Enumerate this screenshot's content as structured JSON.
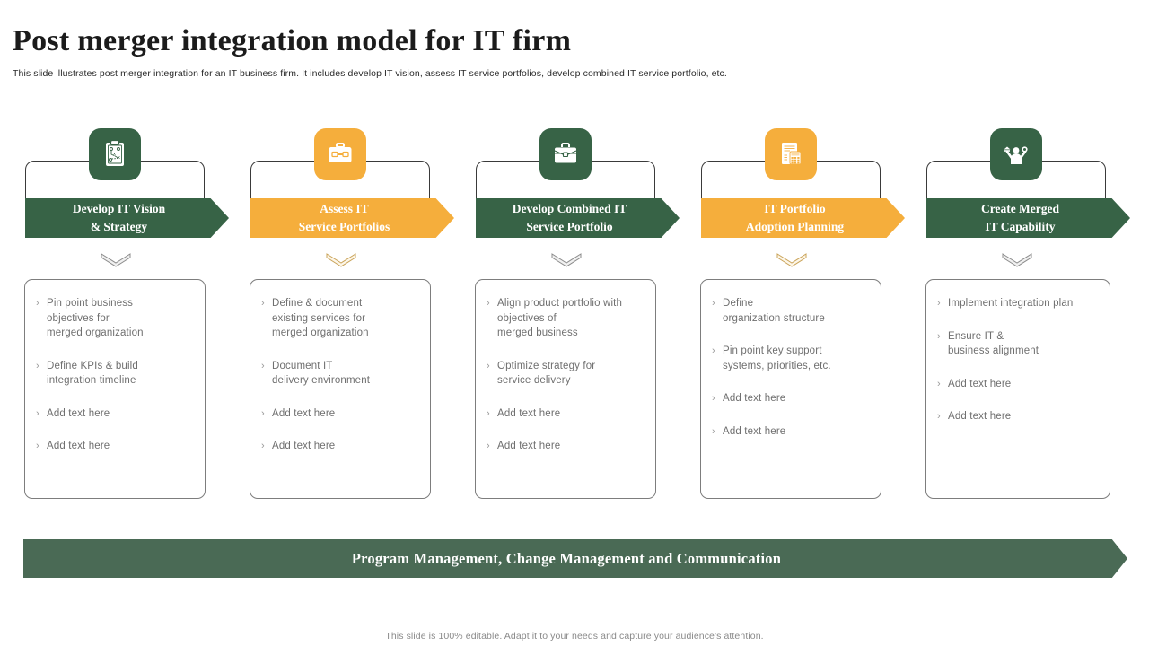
{
  "slide": {
    "title": "Post merger integration model for IT firm",
    "subtitle": "This slide illustrates post merger integration  for an IT  business firm. It includes develop IT vision, assess IT service portfolios, develop combined IT service portfolio, etc.",
    "footer": "This slide is 100% editable. Adapt it to your needs and capture your audience's attention."
  },
  "colors": {
    "green": "#376346",
    "orange": "#F5AE3C",
    "banner_green": "#4A6A55",
    "bullet_text": "#6F6F6F",
    "marker": "#9A9A9A"
  },
  "bottom_banner": {
    "label": "Program Management, Change Management and Communication"
  },
  "bullet_marker": "›",
  "columns": [
    {
      "theme": "green",
      "icon": "clipboard-strategy-icon",
      "heading_line1": "Develop IT Vision",
      "heading_line2": "& Strategy",
      "bullets": [
        "Pin point business\nobjectives  for\nmerged  organization",
        "Define  KPIs & build\nintegration  timeline",
        "Add text here",
        "Add text here"
      ]
    },
    {
      "theme": "orange",
      "icon": "toolbox-icon",
      "heading_line1": "Assess IT",
      "heading_line2": "Service Portfolios",
      "bullets": [
        "Define  & document\nexisting services for\nmerged  organization",
        "Document IT\ndelivery  environment",
        "Add text here",
        "Add text here"
      ]
    },
    {
      "theme": "green",
      "icon": "briefcase-icon",
      "heading_line1": "Develop Combined  IT",
      "heading_line2": "Service Portfolio",
      "bullets": [
        "Align product  portfolio  with\nobjectives  of\nmerged  business",
        "Optimize strategy for\nservice  delivery",
        "Add text here",
        "Add text here"
      ]
    },
    {
      "theme": "orange",
      "icon": "document-calculator-icon",
      "heading_line1": "IT Portfolio",
      "heading_line2": "Adoption  Planning",
      "bullets": [
        "Define\norganization  structure",
        "Pin point key support\nsystems, priorities, etc.",
        "Add text here",
        "Add text here"
      ]
    },
    {
      "theme": "green",
      "icon": "person-achievement-icon",
      "heading_line1": "Create Merged",
      "heading_line2": "IT Capability",
      "bullets": [
        "Implement  integration  plan",
        "Ensure IT &\nbusiness alignment",
        "Add text here",
        "Add text here"
      ]
    }
  ]
}
